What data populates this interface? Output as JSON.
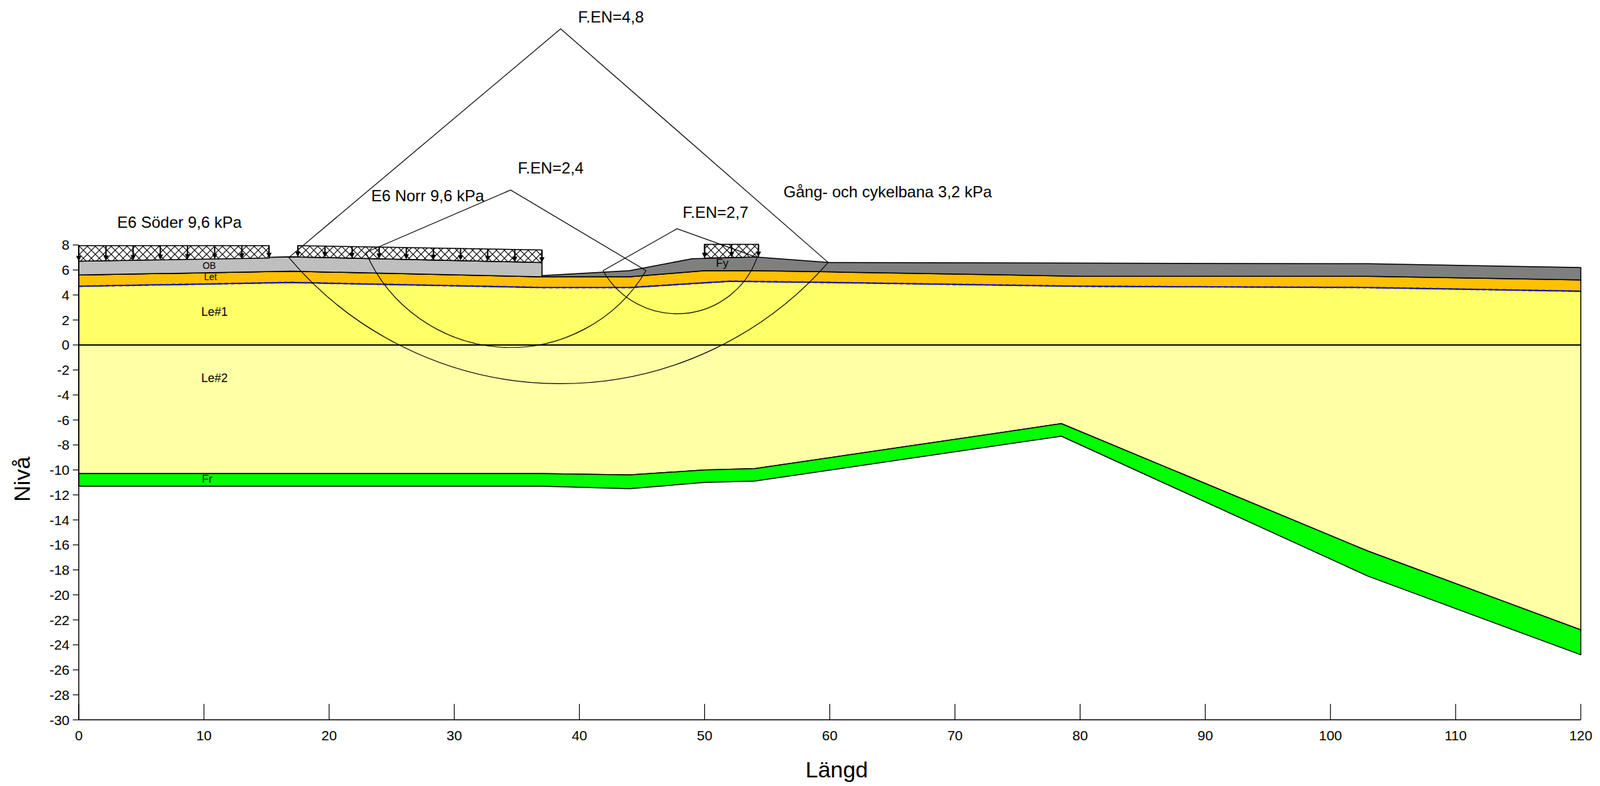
{
  "diagram": {
    "nodes": [
      {
        "text": [
          "E6 Söder 9,6 kPa"
        ]
      },
      {
        "text": [
          "E6 Norr 9,6 kPa"
        ]
      },
      {
        "text": [
          "Gång- och cykelbana 3,2 kPa"
        ]
      },
      {
        "text": [
          "OB"
        ]
      },
      {
        "text": [
          "Let"
        ]
      },
      {
        "text": [
          "Le#1"
        ]
      },
      {
        "text": [
          "Le#2"
        ]
      },
      {
        "text": [
          "Fr"
        ]
      },
      {
        "text": [
          "Fy"
        ]
      }
    ],
    "labels": [
      "F.EN=4,8",
      "F.EN=2,4",
      "F.EN=2,7",
      "8",
      "6",
      "4",
      "2",
      "0",
      "-2",
      "-4",
      "-6",
      "-8",
      "-10",
      "-12",
      "-14",
      "-16",
      "-18",
      "-20",
      "-22",
      "-24",
      "-26",
      "-28",
      "-30",
      "0",
      "10",
      "20",
      "30",
      "40",
      "50",
      "60",
      "70",
      "80",
      "90",
      "100",
      "110",
      "120",
      "Nivå",
      "Längd"
    ]
  }
}
